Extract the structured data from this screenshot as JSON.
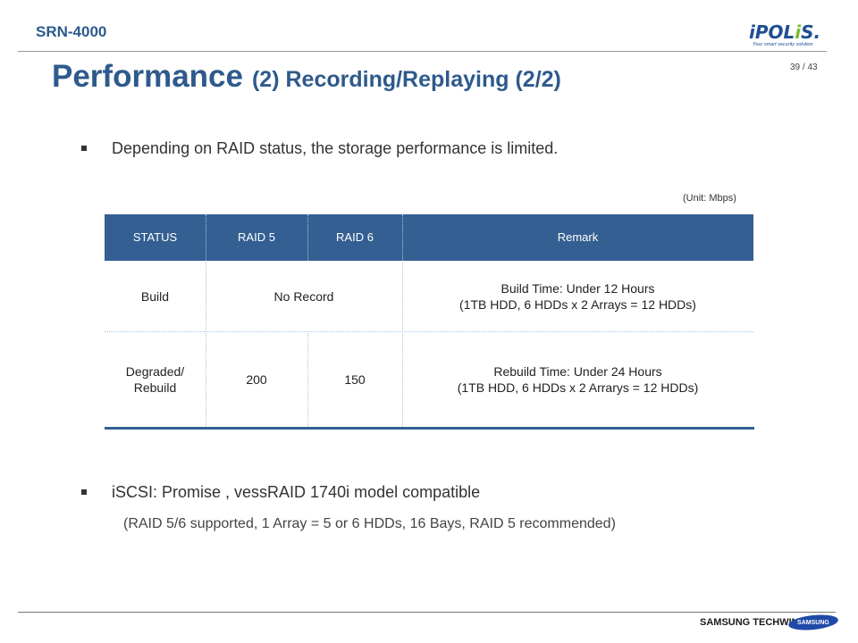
{
  "header": {
    "model": "SRN-4000",
    "logo": {
      "word_left": "iPOL",
      "word_accent": "i",
      "word_right": "S.",
      "tagline": "Your smart security solution"
    },
    "page_number": "39 / 43"
  },
  "title": {
    "main": "Performance",
    "sub": "(2) Recording/Replaying (2/2)"
  },
  "bullets": [
    "Depending on RAID status, the storage performance is limited.",
    "iSCSI: Promise , vessRAID 1740i  model compatible"
  ],
  "note": "(RAID 5/6 supported, 1 Array = 5 or 6 HDDs, 16 Bays, RAID 5 recommended)",
  "table": {
    "unit": "(Unit:  Mbps)",
    "headers": [
      "STATUS",
      "RAID 5",
      "RAID 6",
      "Remark"
    ],
    "rows": [
      {
        "status": "Build",
        "merged": "No Record",
        "remark_line1": "Build Time: Under 12 Hours",
        "remark_line2": "(1TB HDD, 6 HDDs x 2 Arrays = 12 HDDs)"
      },
      {
        "status_line1": "Degraded/",
        "status_line2": "Rebuild",
        "raid5": "200",
        "raid6": "150",
        "remark_line1": "Rebuild Time: Under 24 Hours",
        "remark_line2": "(1TB HDD, 6 HDDs x 2 Arrarys   = 12 HDDs)"
      }
    ]
  },
  "footer": {
    "brand": "SAMSUNG TECHWIN",
    "logo_text": "SAMSUNG"
  }
}
